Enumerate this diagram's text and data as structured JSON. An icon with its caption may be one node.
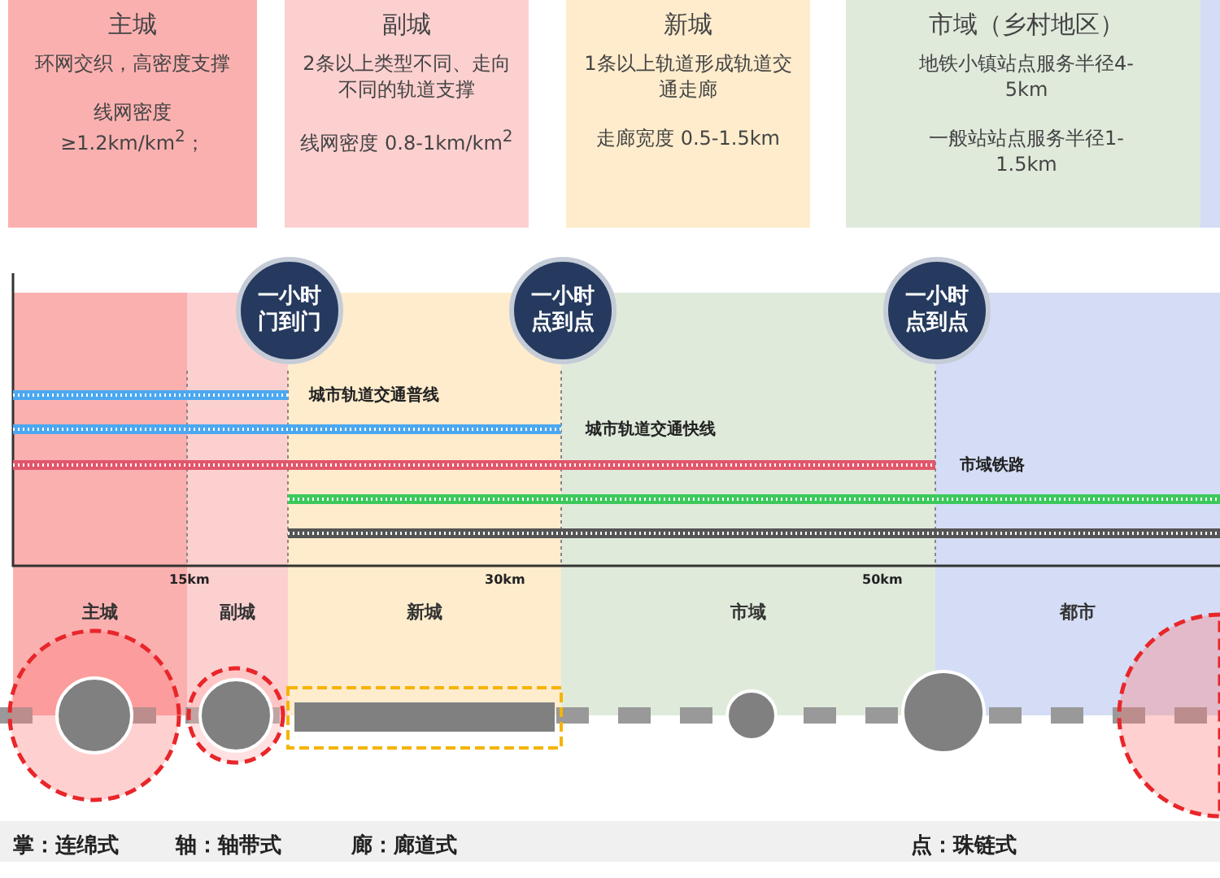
{
  "diagram": {
    "nodes": [
      {
        "text": [
          "主城",
          "环网交织，高密度支撑",
          "线网密度 ≥1.2km/km$^{2}$；"
        ]
      },
      {
        "text": [
          "副城",
          "2条以上类型不同、走向不同的轨道支撑",
          "线网密度 0.8-1km/km$^{2}$"
        ]
      },
      {
        "text": [
          "新城",
          "1条以上轨道形成轨道交通走廊",
          "走廊宽度 0.5-1.5km"
        ]
      },
      {
        "text": [
          "市域（乡村地区）",
          "地铁小镇站点服务半径4-5km",
          "一般站站点服务半径1-1.5km"
        ]
      },
      {
        "text": [],
        "shape": "box"
      },
      {
        "text": [
          "一小时门到门"
        ]
      },
      {
        "text": [
          "一小时点到点"
        ]
      },
      {
        "text": [
          "一小时点到点"
        ]
      },
      {
        "text": [
          "主城"
        ]
      },
      {
        "text": [
          "副城"
        ]
      },
      {
        "text": [
          "新城"
        ]
      },
      {
        "text": [
          "市域"
        ]
      },
      {
        "text": [
          "都市"
        ]
      }
    ],
    "labels": [
      "城市轨道交通普线",
      "城市轨道交通快线",
      "市域铁路",
      "15km",
      "30km",
      "50km",
      "掌：连绵式",
      "轴：轴带式",
      "廊：廊道式",
      "点：珠链式"
    ]
  }
}
